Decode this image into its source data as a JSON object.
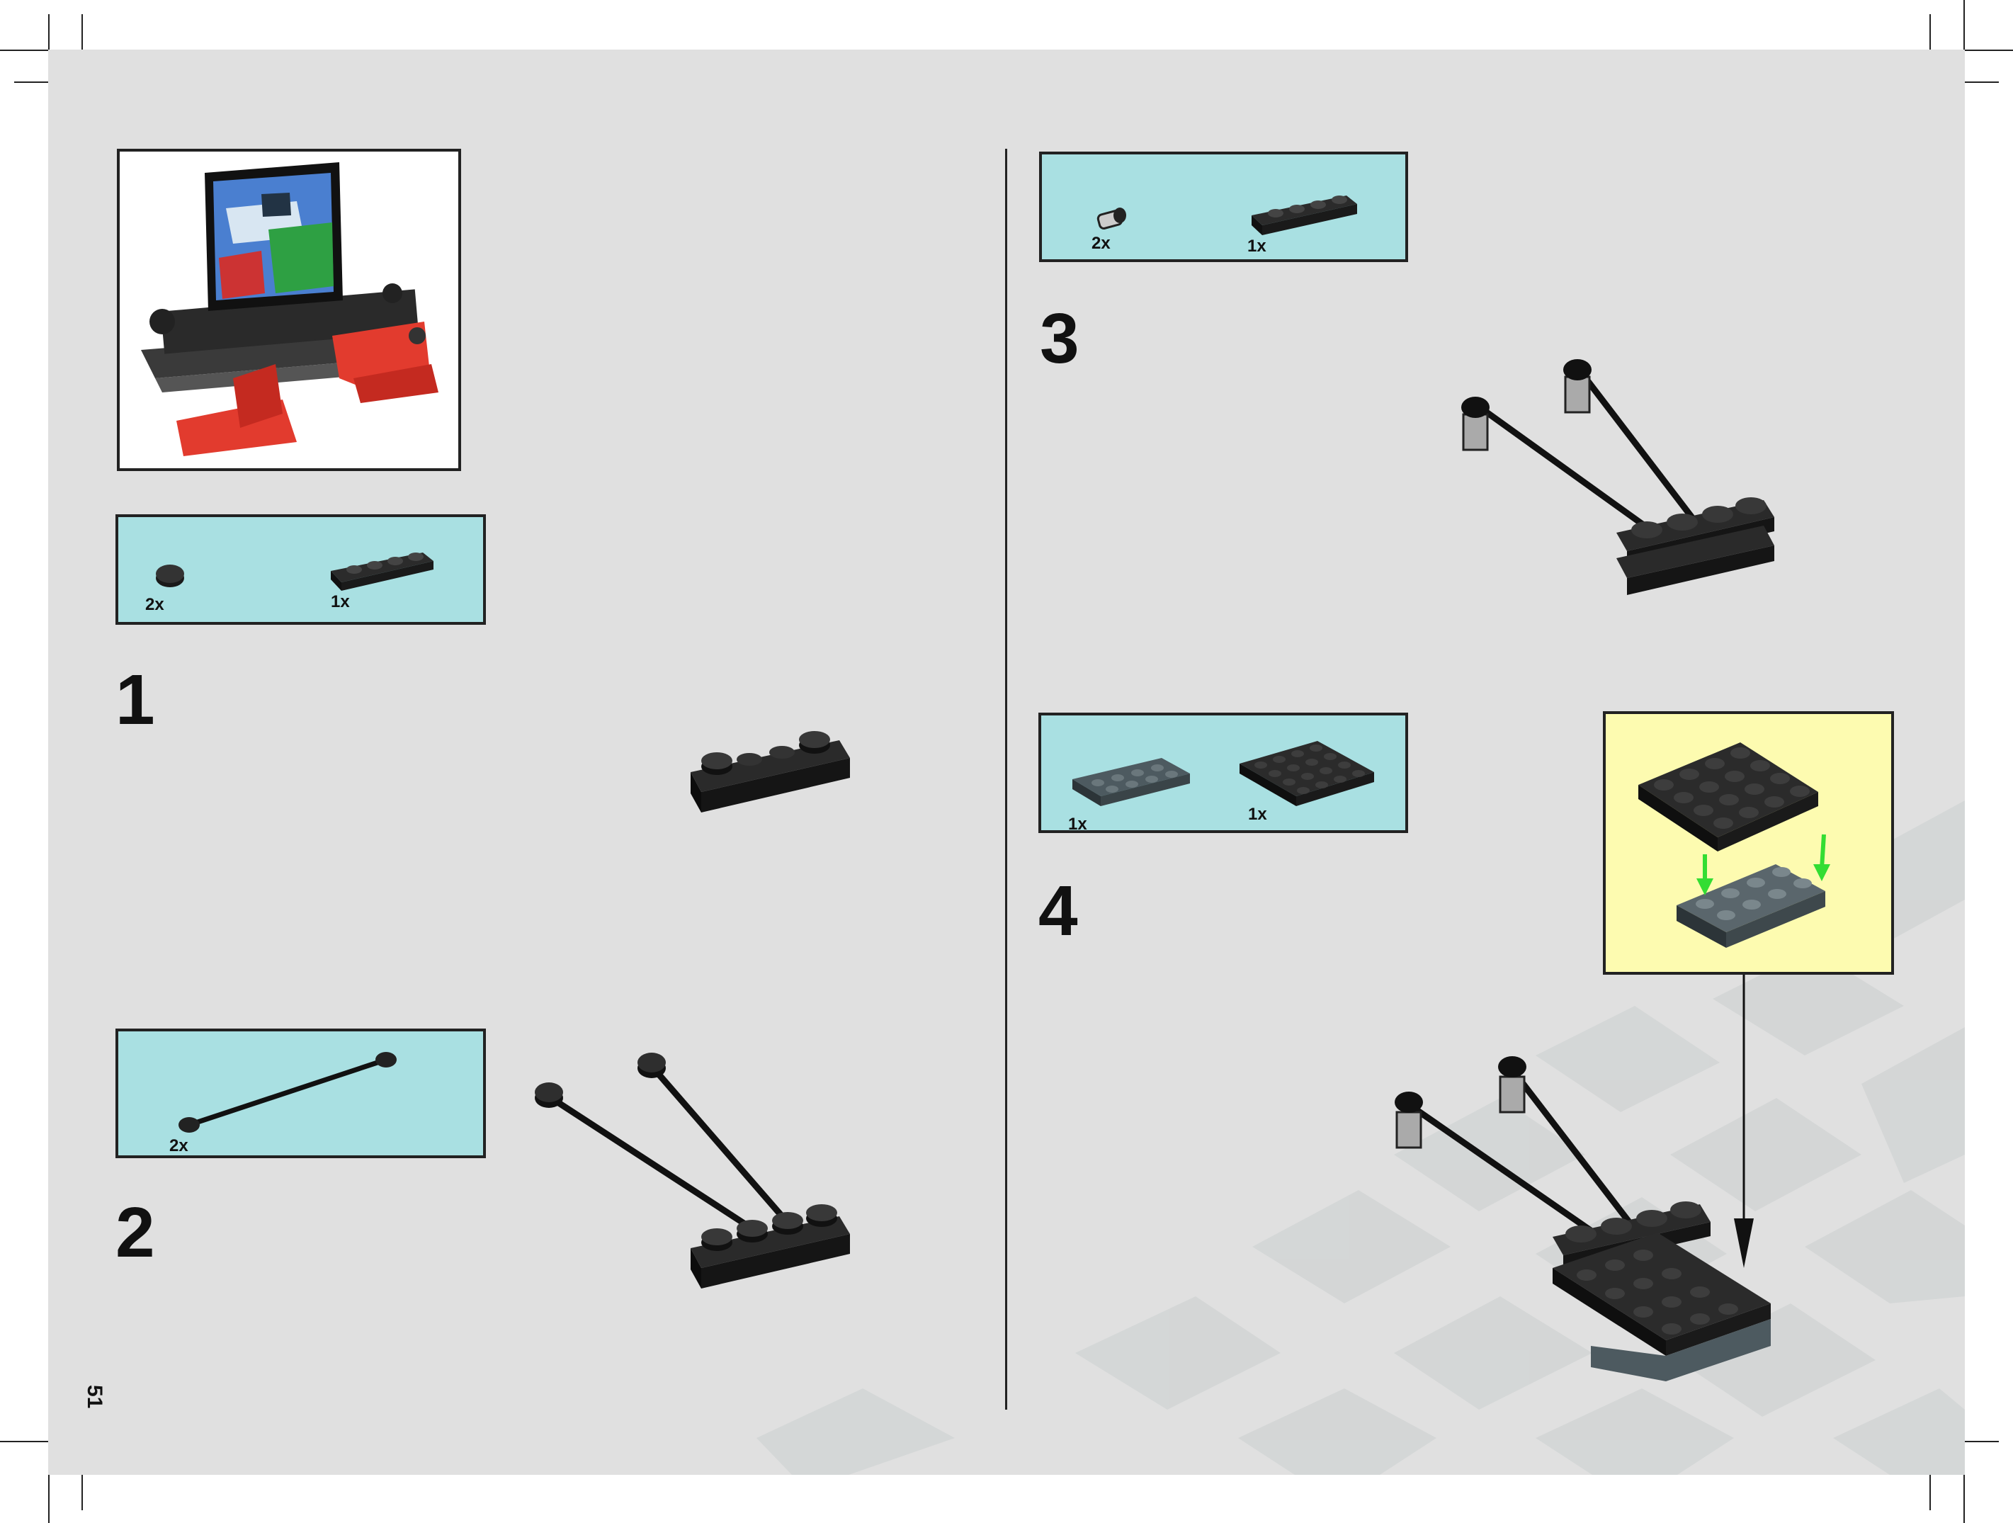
{
  "page_number": "51",
  "steps": [
    {
      "number": "1",
      "parts": [
        {
          "qty": "2x",
          "part_icon": "round-plate-1x1-icon"
        },
        {
          "qty": "1x",
          "part_icon": "plate-1x4-icon"
        }
      ]
    },
    {
      "number": "2",
      "parts": [
        {
          "qty": "2x",
          "part_icon": "steering-link-icon"
        }
      ]
    },
    {
      "number": "3",
      "parts": [
        {
          "qty": "2x",
          "part_icon": "ball-joint-icon"
        },
        {
          "qty": "1x",
          "part_icon": "plate-1x4-icon"
        }
      ]
    },
    {
      "number": "4",
      "parts": [
        {
          "qty": "1x",
          "part_icon": "plate-2x4-icon"
        },
        {
          "qty": "1x",
          "part_icon": "plate-4x4-icon"
        }
      ]
    }
  ],
  "colors": {
    "callout_bg": "#a9e0e2",
    "subassembly_bg": "#fdfbb0",
    "page_bg": "#e0e0e0",
    "arrow_green": "#33dd33"
  }
}
